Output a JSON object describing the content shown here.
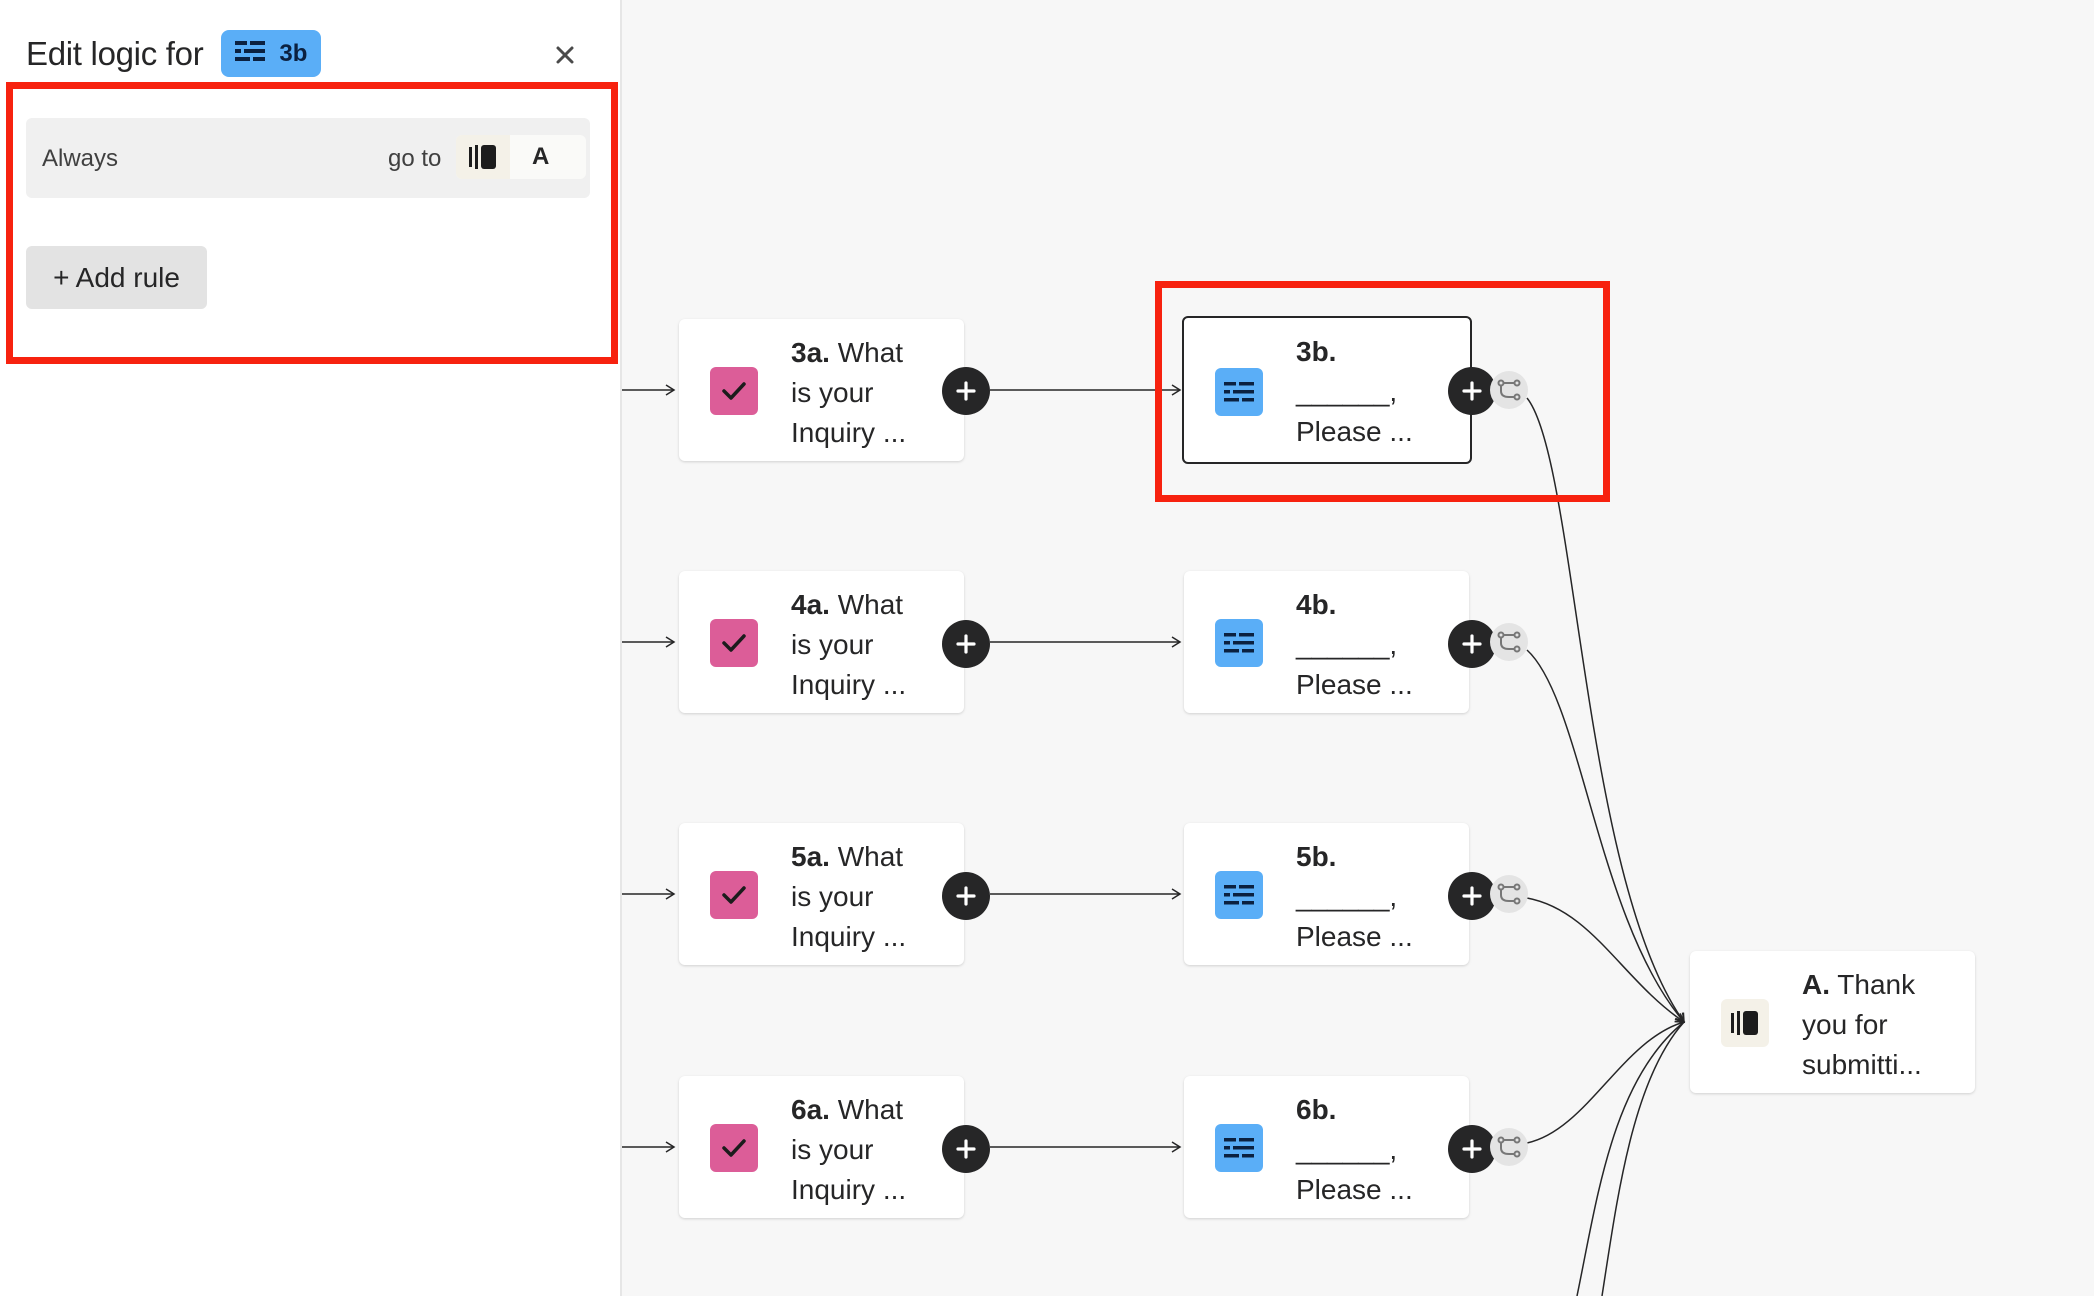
{
  "panel": {
    "title": "Edit logic for",
    "chip": {
      "label": "3b",
      "icon": "short-text-icon",
      "color": "#5aaef7"
    },
    "close_icon": "close-icon",
    "rule": {
      "condition": "Always",
      "action": "go to",
      "target": {
        "label": "A",
        "icon": "ending-screen-icon"
      }
    },
    "add_rule_label": "+ Add rule"
  },
  "colors": {
    "highlight": "#f7220f",
    "multiple_choice": "#dc5d98",
    "short_text": "#5aaef7",
    "ending": "#f4f1e8",
    "dark": "#262627"
  },
  "flow": {
    "rows": [
      {
        "a": {
          "number": "3a.",
          "lines": [
            "What",
            "is your",
            "Inquiry ..."
          ],
          "icon": "checkbox-icon"
        },
        "b": {
          "number": "3b.",
          "lines": [
            "",
            "______,",
            "Please ..."
          ],
          "icon": "short-text-icon",
          "selected": true
        }
      },
      {
        "a": {
          "number": "4a.",
          "lines": [
            "What",
            "is your",
            "Inquiry ..."
          ],
          "icon": "checkbox-icon"
        },
        "b": {
          "number": "4b.",
          "lines": [
            "",
            "______,",
            "Please ..."
          ],
          "icon": "short-text-icon"
        }
      },
      {
        "a": {
          "number": "5a.",
          "lines": [
            "What",
            "is your",
            "Inquiry ..."
          ],
          "icon": "checkbox-icon"
        },
        "b": {
          "number": "5b.",
          "lines": [
            "",
            "______,",
            "Please ..."
          ],
          "icon": "short-text-icon"
        }
      },
      {
        "a": {
          "number": "6a.",
          "lines": [
            "What",
            "is your",
            "Inquiry ..."
          ],
          "icon": "checkbox-icon"
        },
        "b": {
          "number": "6b.",
          "lines": [
            "",
            "______,",
            "Please ..."
          ],
          "icon": "short-text-icon"
        }
      }
    ],
    "ending": {
      "number": "A.",
      "lines": [
        "Thank",
        "you for",
        "submitti..."
      ],
      "icon": "ending-screen-icon"
    }
  }
}
